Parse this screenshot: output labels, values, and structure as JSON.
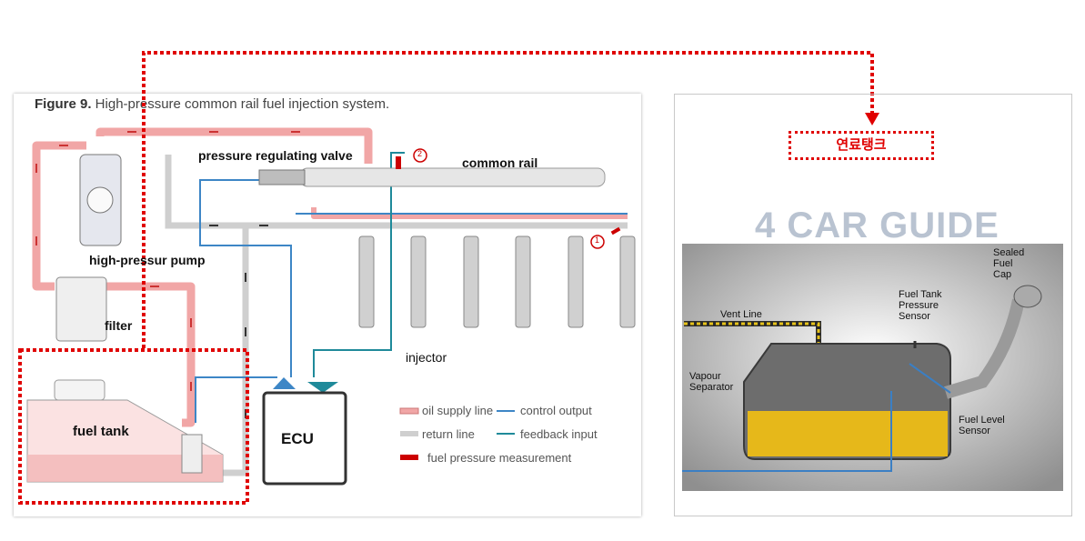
{
  "left_figure": {
    "caption_bold": "Figure 9.",
    "caption_text": " High-pressure common rail fuel injection system.",
    "labels": {
      "pressure_regulating_valve": "pressure regulating valve",
      "common_rail": "common rail",
      "high_pressure_pump": "high-pressur pump",
      "filter": "filter",
      "injector": "injector",
      "fuel_tank": "fuel tank",
      "ecu": "ECU",
      "marker_1": "1",
      "marker_2": "2"
    },
    "legend": {
      "oil_supply_line": "oil supply line",
      "return_line": "return line",
      "control_output": "control output",
      "feedback_input": "feedback input",
      "fuel_pressure_measurement": "fuel pressure measurement"
    },
    "colors": {
      "supply": "#f1a6a6",
      "return": "#c8c8c8",
      "control": "#3d86c6",
      "feedback": "#1f8a9a",
      "measure": "#cc0000",
      "highlight": "#e00000"
    }
  },
  "right_figure": {
    "tag": "연료탱크",
    "watermark": "4 CAR GUIDE",
    "labels": {
      "vent_line": "Vent Line",
      "sealed_fuel_cap": [
        "Sealed",
        "Fuel",
        "Cap"
      ],
      "fuel_tank_pressure_sensor": [
        "Fuel Tank",
        "Pressure",
        "Sensor"
      ],
      "vapour_separator": [
        "Vapour",
        "Separator"
      ],
      "fuel_level_sensor": [
        "Fuel Level",
        "Sensor"
      ]
    }
  }
}
